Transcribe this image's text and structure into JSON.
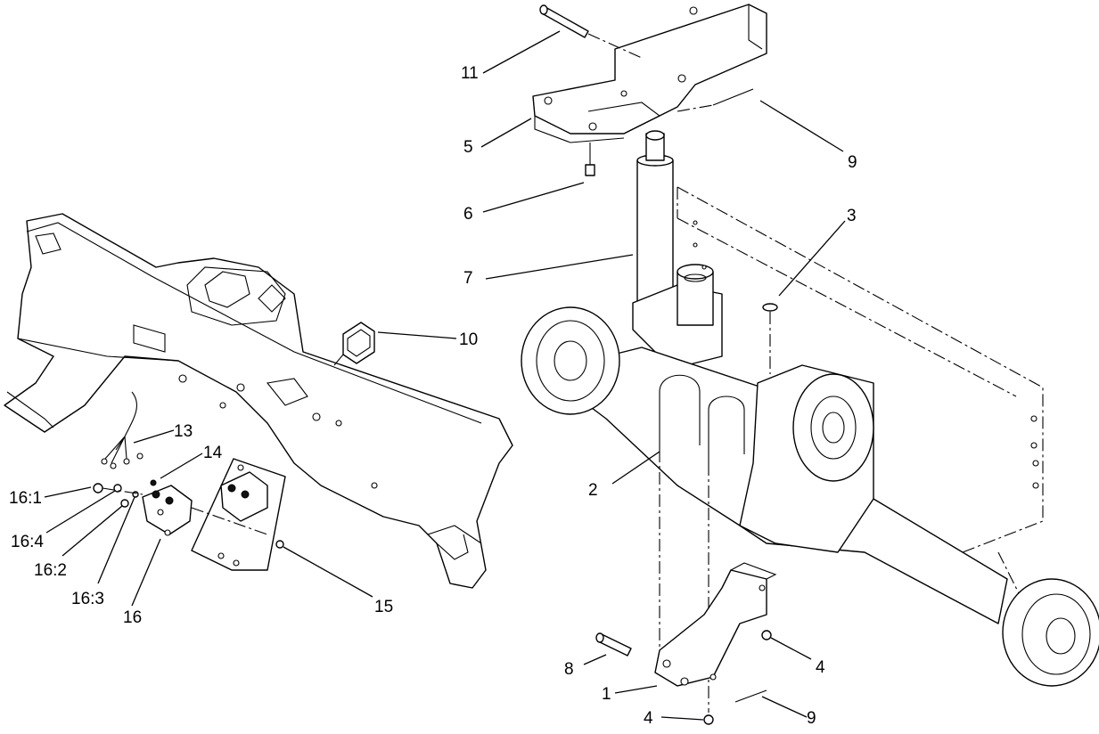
{
  "callouts": {
    "c11": "11",
    "c5": "5",
    "c9_top": "9",
    "c6": "6",
    "c3": "3",
    "c7": "7",
    "c10": "10",
    "c13": "13",
    "c14": "14",
    "c16_1": "16:1",
    "c16_4": "16:4",
    "c16_2": "16:2",
    "c16_3": "16:3",
    "c16": "16",
    "c15": "15",
    "c2": "2",
    "c8": "8",
    "c4_right": "4",
    "c1": "1",
    "c4_bottom": "4",
    "c9_bottom": "9"
  }
}
